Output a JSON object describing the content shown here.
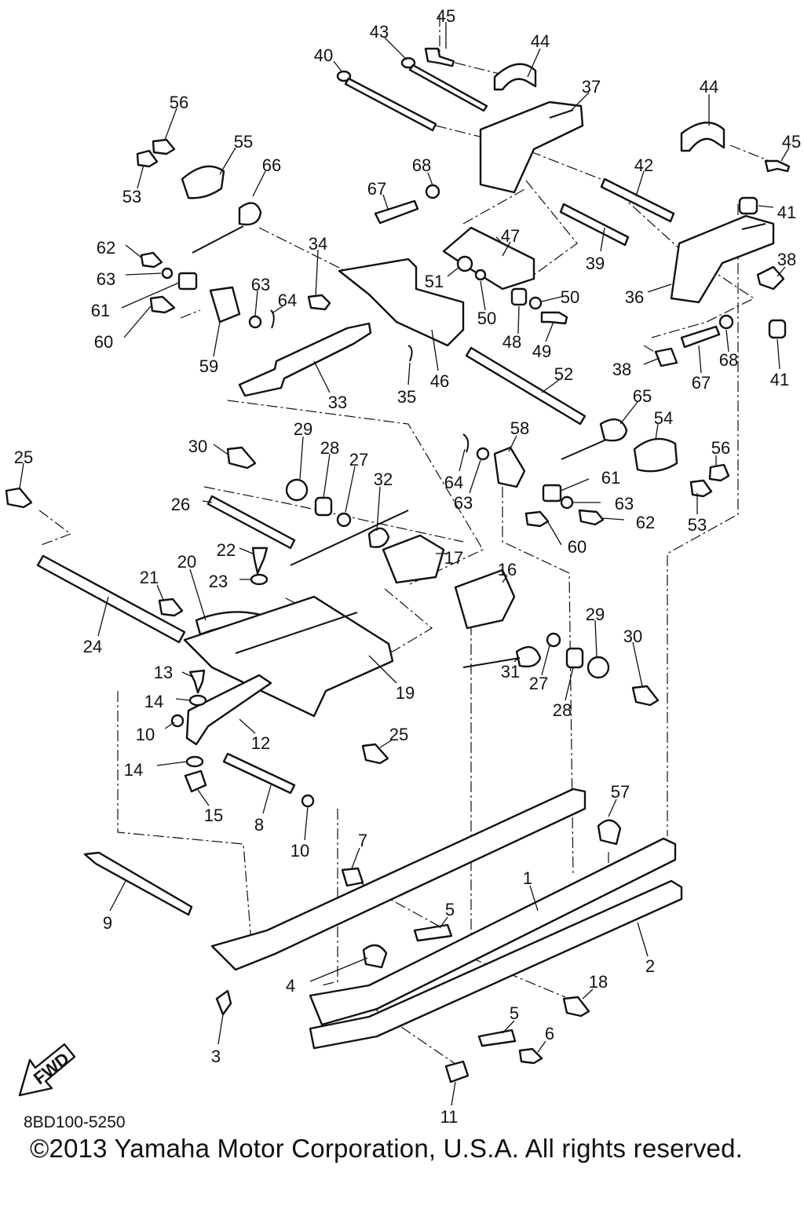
{
  "diagram_code": "8BD100-5250",
  "copyright": "©2013 Yamaha Motor Corporation, U.S.A. All rights reserved.",
  "direction_badge": "FWD",
  "callouts": [
    "1",
    "2",
    "3",
    "4",
    "5",
    "6",
    "7",
    "8",
    "9",
    "10",
    "11",
    "12",
    "13",
    "14",
    "15",
    "16",
    "17",
    "18",
    "19",
    "20",
    "21",
    "22",
    "23",
    "24",
    "25",
    "26",
    "27",
    "28",
    "29",
    "30",
    "31",
    "32",
    "33",
    "34",
    "35",
    "36",
    "37",
    "38",
    "39",
    "40",
    "41",
    "42",
    "43",
    "44",
    "45",
    "46",
    "47",
    "48",
    "49",
    "50",
    "51",
    "52",
    "53",
    "54",
    "55",
    "56",
    "57",
    "58",
    "59",
    "60",
    "61",
    "62",
    "63",
    "64",
    "65",
    "66",
    "67",
    "68"
  ]
}
